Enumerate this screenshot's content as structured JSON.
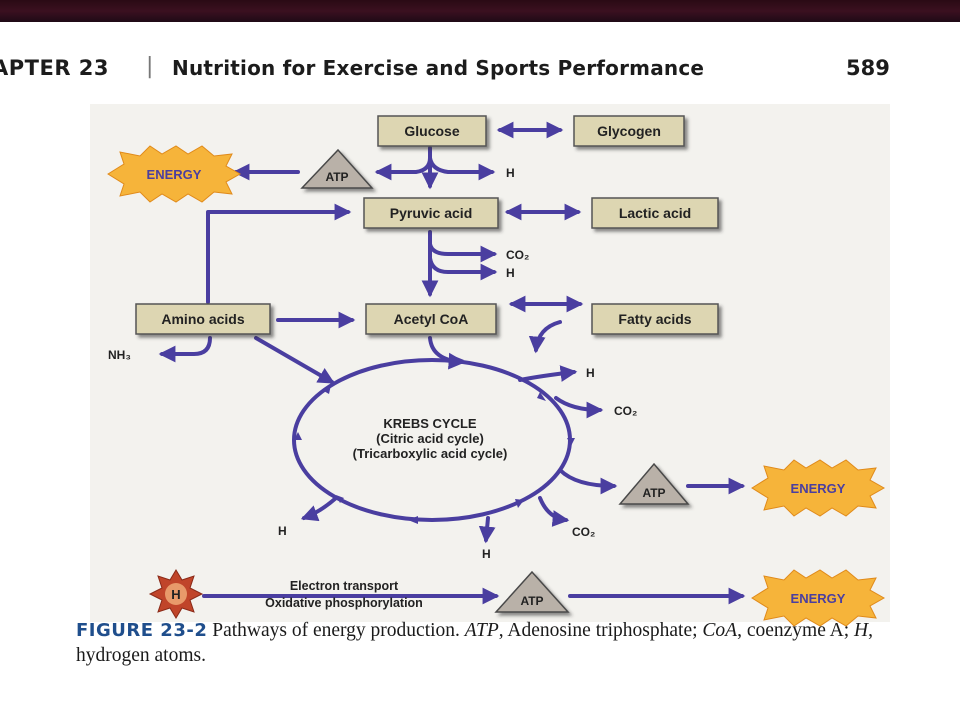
{
  "header": {
    "chapter": "APTER 23",
    "separator": "|",
    "title": "Nutrition for Exercise and Sports Performance",
    "page": "589"
  },
  "diagram": {
    "nodes": {
      "glucose": "Glucose",
      "glycogen": "Glycogen",
      "pyruvic_acid": "Pyruvic acid",
      "lactic_acid": "Lactic acid",
      "amino_acids": "Amino acids",
      "acetyl_coa": "Acetyl CoA",
      "fatty_acids": "Fatty acids"
    },
    "krebs": {
      "line1": "KREBS CYCLE",
      "line2": "(Citric acid cycle)",
      "line3": "(Tricarboxylic acid cycle)"
    },
    "atp_label": "ATP",
    "energy_label": "ENERGY",
    "h_label": "H",
    "co2_label": "CO₂",
    "nh3_label": "NH₃",
    "electron_transport": "Electron transport",
    "oxidative_phosphorylation": "Oxidative phosphorylation",
    "colors": {
      "arrow": "#4a3ea0",
      "box_fill": "#ddd6b2",
      "box_border": "#555555",
      "triangle_fill": "#b9b1a8",
      "energy_burst": "#f6b43a",
      "h_burst": "#c0452a"
    }
  },
  "caption": {
    "label": "FIGURE 23-2",
    "text_1": " Pathways of energy production. ",
    "abbr_atp": "ATP",
    "text_2": ", Adenosine triphosphate; ",
    "abbr_coa": "CoA",
    "text_3": ", coenzyme A; ",
    "abbr_h": "H",
    "text_4": ", hydrogen atoms."
  }
}
